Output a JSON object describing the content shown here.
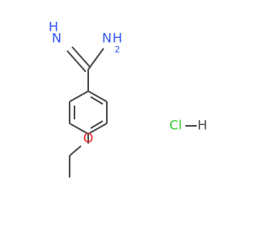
{
  "molecule": {
    "atoms": {
      "imine_H": "H",
      "imine_N": "N",
      "amine_N": "N",
      "amine_H": "H",
      "amine_H2": "2",
      "ether_O": "O"
    },
    "salt": {
      "cl": "Cl",
      "h": "H"
    }
  },
  "colors": {
    "nitrogen": "#3355ee",
    "oxygen": "#ee2222",
    "chlorine": "#33cc33",
    "hydrogen": "#4a4a4a",
    "bond": "#4a4a4a"
  }
}
